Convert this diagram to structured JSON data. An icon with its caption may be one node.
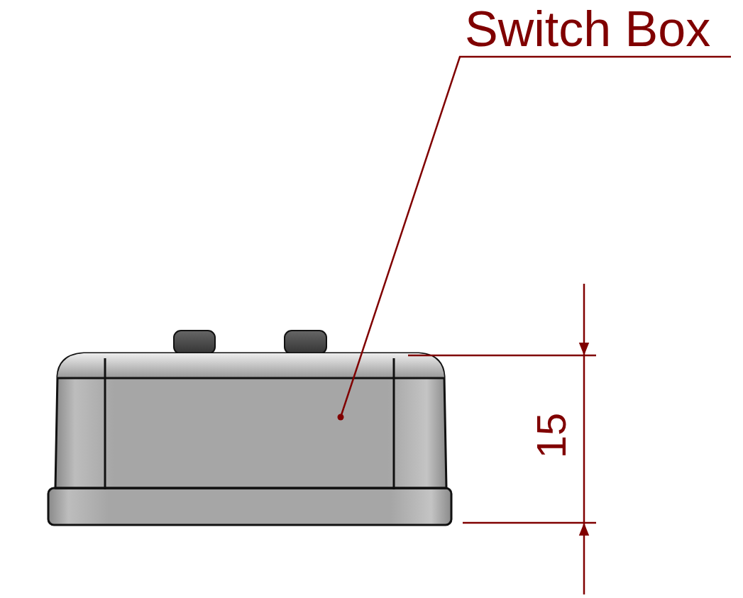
{
  "diagram": {
    "nodes": [
      {
        "text": [
          "Switch Box"
        ]
      },
      {
        "text": [],
        "shape": "picture"
      }
    ],
    "edges": [
      {
        "from": 0,
        "to": 1,
        "arrow": "other"
      }
    ],
    "labels": [
      "15"
    ]
  }
}
